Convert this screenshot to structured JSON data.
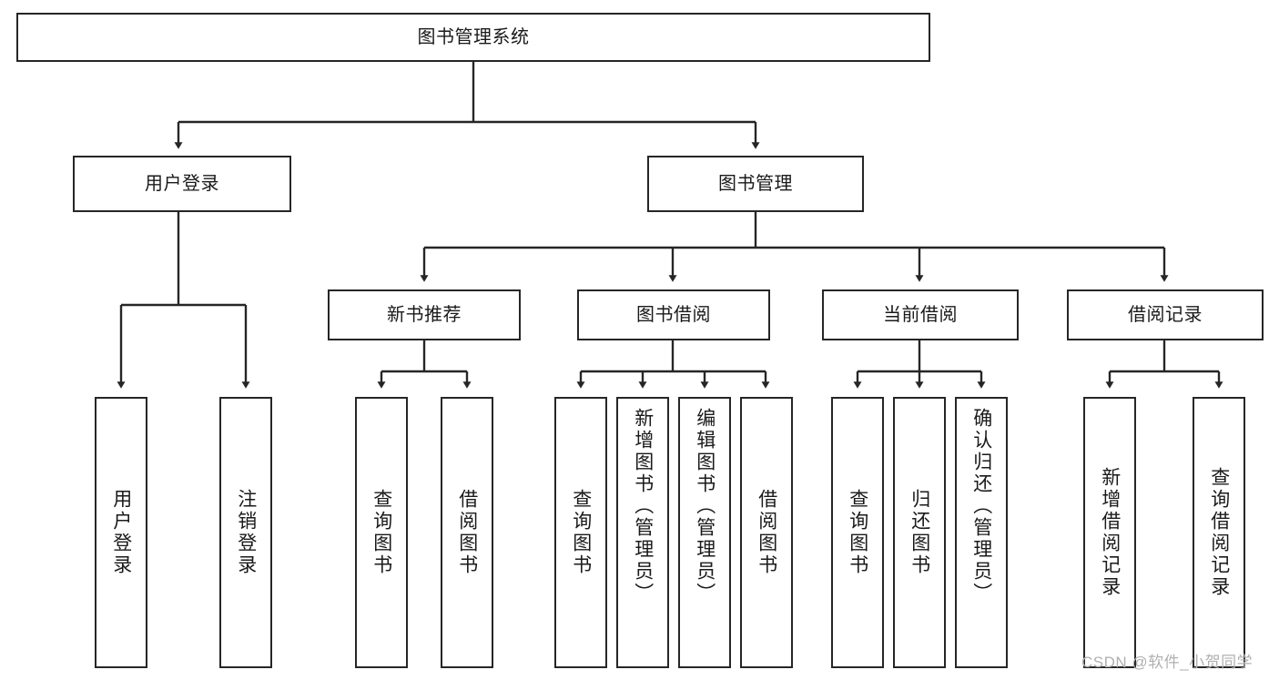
{
  "diagram": {
    "title": "图书管理系统",
    "type": "hierarchy-tree",
    "root": {
      "id": "root",
      "label": "图书管理系统"
    },
    "level2": [
      {
        "id": "user-login",
        "label": "用户登录"
      },
      {
        "id": "book-management",
        "label": "图书管理"
      }
    ],
    "level3": [
      {
        "id": "new-book-recommend",
        "label": "新书推荐",
        "parent": "book-management"
      },
      {
        "id": "book-borrow",
        "label": "图书借阅",
        "parent": "book-management"
      },
      {
        "id": "current-borrow",
        "label": "当前借阅",
        "parent": "book-management"
      },
      {
        "id": "borrow-record",
        "label": "借阅记录",
        "parent": "book-management"
      }
    ],
    "leaves": {
      "user_login": [
        {
          "id": "leaf-user-login",
          "label": "用户登录"
        },
        {
          "id": "leaf-logout",
          "label": "注销登录"
        }
      ],
      "new_book_recommend": [
        {
          "id": "leaf-query-book-1",
          "label": "查询图书"
        },
        {
          "id": "leaf-borrow-book-1",
          "label": "借阅图书"
        }
      ],
      "book_borrow": [
        {
          "id": "leaf-query-book-2",
          "label": "查询图书"
        },
        {
          "id": "leaf-add-book",
          "label": "新增图书（管理员）"
        },
        {
          "id": "leaf-edit-book",
          "label": "编辑图书（管理员）"
        },
        {
          "id": "leaf-borrow-book-2",
          "label": "借阅图书"
        }
      ],
      "current_borrow": [
        {
          "id": "leaf-query-book-3",
          "label": "查询图书"
        },
        {
          "id": "leaf-return-book",
          "label": "归还图书"
        },
        {
          "id": "leaf-confirm-return",
          "label": "确认归还（管理员）"
        }
      ],
      "borrow_record": [
        {
          "id": "leaf-add-record",
          "label": "新增借阅记录"
        },
        {
          "id": "leaf-query-record",
          "label": "查询借阅记录"
        }
      ]
    },
    "colors": {
      "stroke": "#262626",
      "fill": "#ffffff",
      "text": "#1a1a1a",
      "watermark": "#b0b0b0"
    }
  },
  "watermark": {
    "text": "CSDN @软件_小贺同学"
  }
}
